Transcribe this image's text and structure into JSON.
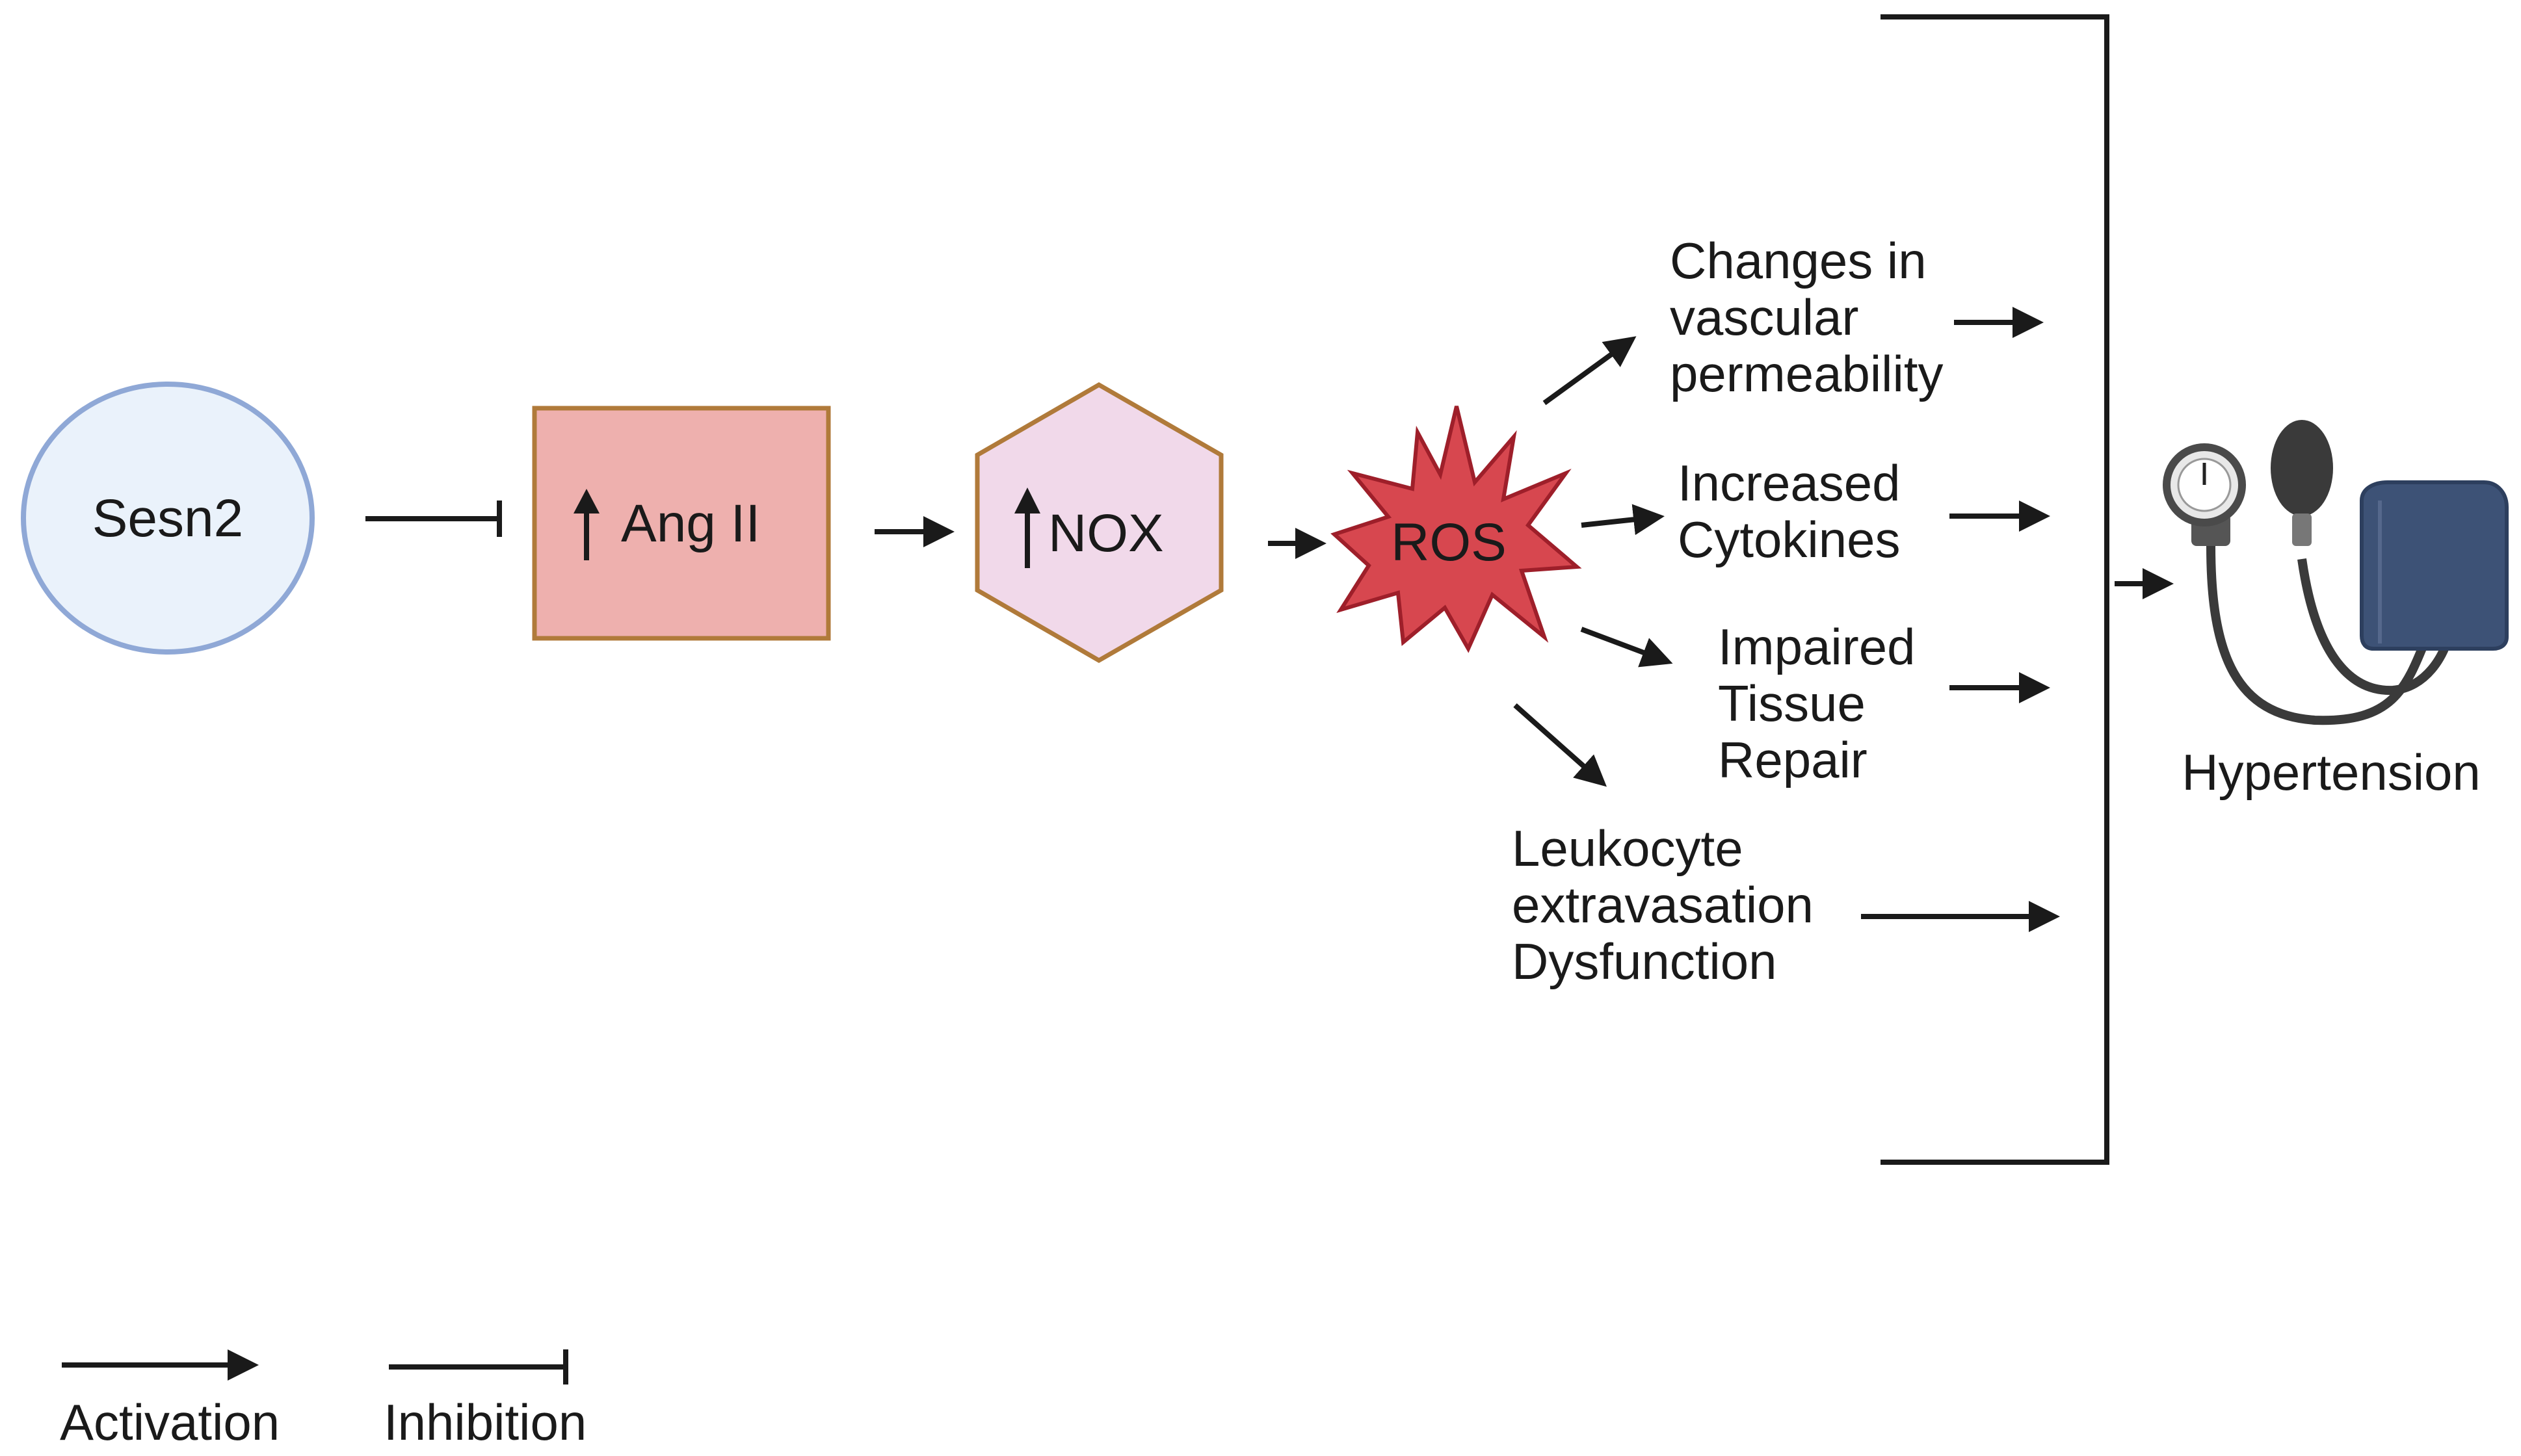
{
  "nodes": {
    "sesn2": "Sesn2",
    "ang2": "Ang II",
    "nox": "NOX",
    "ros": "ROS"
  },
  "effects": {
    "vascular": [
      "Changes in",
      "vascular",
      "permeability"
    ],
    "cytokines": [
      "Increased",
      "Cytokines"
    ],
    "tissue": [
      "Impaired",
      "Tissue",
      "Repair"
    ],
    "leukocyte": [
      "Leukocyte",
      "extravasation",
      "Dysfunction"
    ]
  },
  "outcome": {
    "label": "Hypertension",
    "icon": "blood-pressure-monitor-icon"
  },
  "legend": {
    "activation": "Activation",
    "inhibition": "Inhibition"
  },
  "colors": {
    "sesn2_fill": "#eaf2fb",
    "sesn2_stroke": "#8fa8d6",
    "ang2_fill": "#eeb0ae",
    "ang2_stroke": "#b07a3a",
    "nox_fill": "#f1d9ea",
    "nox_stroke": "#b07a3a",
    "ros_fill": "#d7474f",
    "ros_stroke": "#9e1f2a",
    "cuff": "#3d5276"
  }
}
